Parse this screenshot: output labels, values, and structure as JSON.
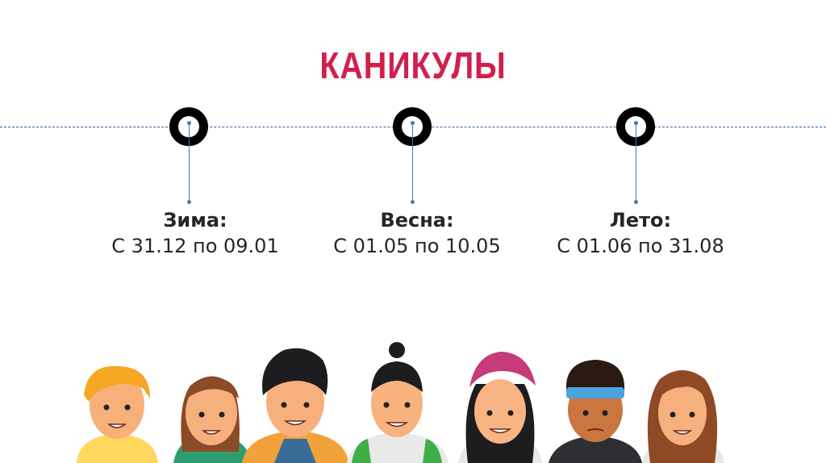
{
  "slide": {
    "title": "КАНИКУЛЫ",
    "title_color": "#d21f4b",
    "line_color": "#2f5d8e"
  },
  "periods": [
    {
      "season": "Зима:",
      "dates": "С 31.12 по 09.01"
    },
    {
      "season": "Весна:",
      "dates": "С 01.05 по 10.05"
    },
    {
      "season": "Лето:",
      "dates": "С 01.06 по 31.08"
    }
  ],
  "illustration": {
    "icon": "group-of-young-people-illustration"
  }
}
